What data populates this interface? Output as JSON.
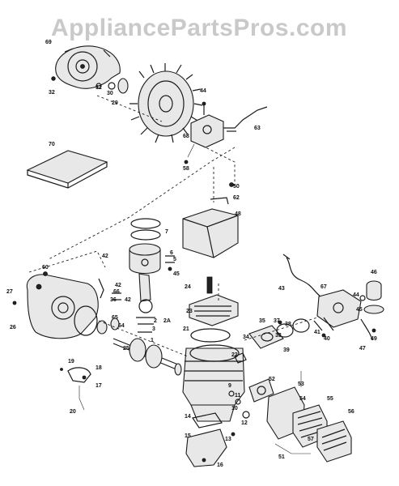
{
  "watermark": "AppliancePartsPros.com",
  "labels": [
    "69",
    "32",
    "31",
    "30",
    "29",
    "44",
    "68",
    "63",
    "58",
    "70",
    "50",
    "62",
    "48",
    "7",
    "6",
    "5",
    "45",
    "42",
    "60",
    "27",
    "26",
    "42",
    "66",
    "36",
    "42",
    "64",
    "65",
    "25",
    "2",
    "2A",
    "3",
    "1",
    "24",
    "23",
    "21",
    "22",
    "34",
    "33",
    "19",
    "18",
    "17",
    "20",
    "35",
    "38",
    "37",
    "39",
    "41",
    "40",
    "43",
    "67",
    "44",
    "45",
    "46",
    "47",
    "49",
    "53",
    "52",
    "9",
    "11",
    "10",
    "12",
    "54",
    "55",
    "56",
    "57",
    "51",
    "14",
    "13",
    "15",
    "16"
  ]
}
